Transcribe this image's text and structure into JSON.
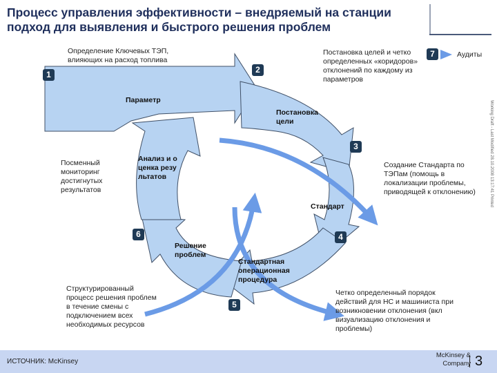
{
  "title": "Процесс управления эффективности – внедряемый на станции подход  для выявления и быстрого решения проблем",
  "legend": {
    "badge": "7",
    "label": "Аудиты"
  },
  "diagram": {
    "segments": [
      {
        "badge": "1",
        "label": "Параметр"
      },
      {
        "badge": "2",
        "label": "Постановка цели"
      },
      {
        "badge": "3",
        "label": "Стандарт"
      },
      {
        "badge": "4",
        "label": "Стандартная операционная процедура"
      },
      {
        "badge": "5",
        "label": "Решение проблем"
      },
      {
        "badge": "6",
        "label": "Анализ и оценка результатов"
      }
    ]
  },
  "notes": {
    "n1": "Определение Ключевых ТЭП, влияющих на расход топлива",
    "n2": "Постановка целей и четко определенных «коридоров» отклонений по каждому из параметров",
    "n3": "Создание Стандарта по ТЭПам (помощь в локализации проблемы, приводящей к отклонению)",
    "n4": "Четко определенный порядок действий для НС и машиниста при возникновении отклонения (вкл визуализацию отклонения и проблемы)",
    "n5": "Структурированный процесс решения проблем в течение смены с подключением всех необходимых ресурсов",
    "n6": "Посменный мониторинг достигнутых результатов"
  },
  "side_text": "Working Draft - Last Modified 28.10.2008 13:17:41     Printed",
  "footer": {
    "source": "ИСТОЧНИК: McKinsey",
    "logo": "McKinsey & Company",
    "page": "3"
  },
  "colors": {
    "arrow_fill": "#b7d3f2",
    "arrow_stroke": "#3f4f66",
    "accent_arrow": "#6b9be6",
    "badge": "#1f3a55",
    "footer": "#c8d6f2"
  }
}
